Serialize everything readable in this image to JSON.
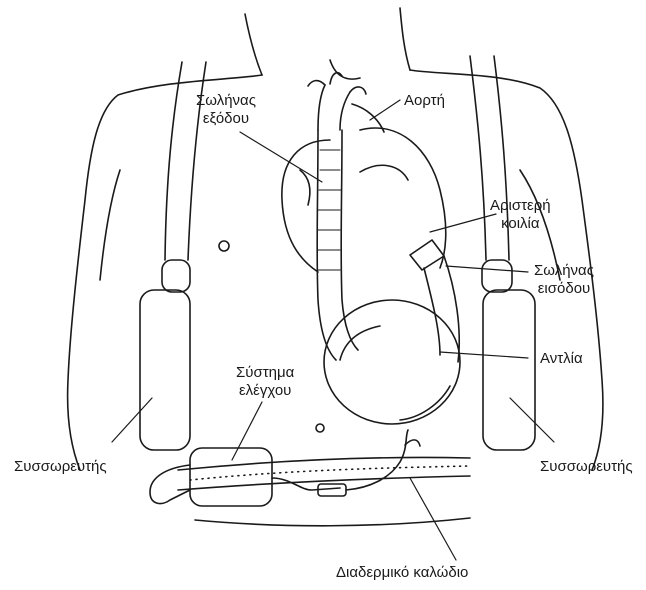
{
  "labels": {
    "outlet_tube": [
      "Σωλήνας",
      "εξόδου"
    ],
    "aorta": "Αορτή",
    "left_ventricle": [
      "Αριστερή",
      "κοιλία"
    ],
    "inlet_tube": [
      "Σωλήνας",
      "εισόδου"
    ],
    "pump": "Αντλία",
    "controller": [
      "Σύστημα",
      "ελέγχου"
    ],
    "battery_left": "Συσσωρευτής",
    "battery_right": "Συσσωρευτής",
    "percutaneous_cable": "Διαδερμικό καλώδιο"
  },
  "colors": {
    "ink": "#1a1a1a",
    "background": "#ffffff"
  }
}
